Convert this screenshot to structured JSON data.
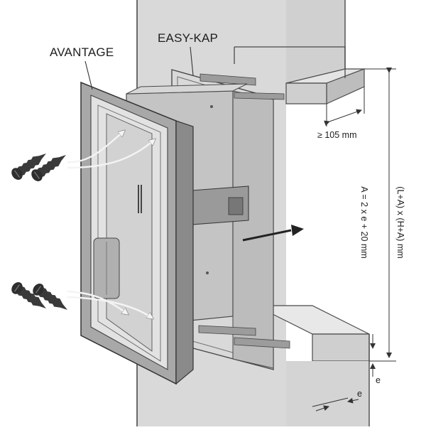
{
  "labels": {
    "avantage": "AVANTAGE",
    "easy_kap": "EASY-KAP",
    "min_depth": "≥ 105 mm",
    "formula": "A = 2 x e + 20 mm",
    "opening": "(L+A) x (H+A) mm",
    "e_vertical": "e",
    "e_horizontal": "e"
  },
  "colors": {
    "wall": "#d9d9d9",
    "wall_edge": "#4a4a4a",
    "frame": "#a8a8a8",
    "frame_dark": "#8a8a8a",
    "box": "#c4c4c4",
    "line": "#333333"
  },
  "icons": [
    "screw-icon",
    "arrow-icon"
  ]
}
